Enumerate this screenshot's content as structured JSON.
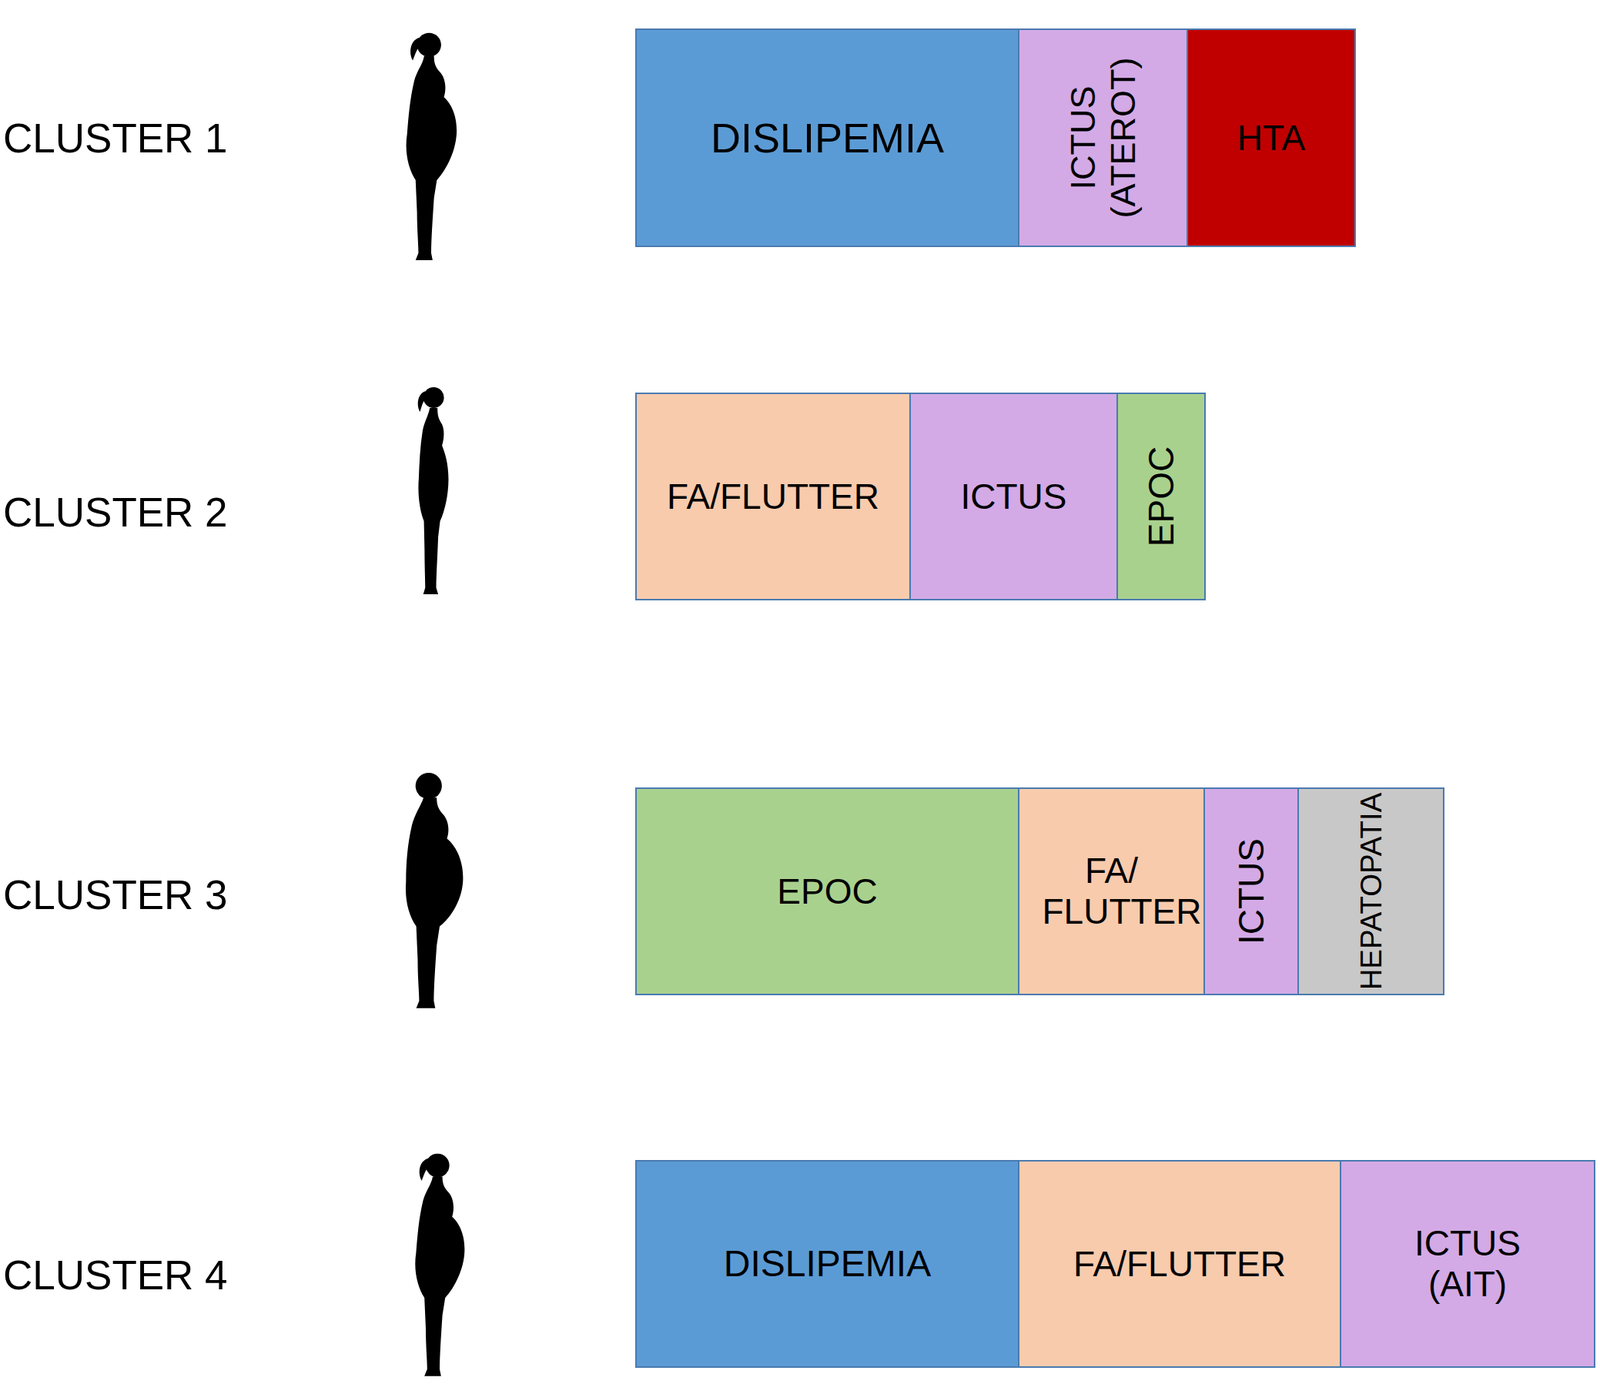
{
  "diagram": {
    "nodes": [
      {
        "text": [
          "DISLIPEMIA"
        ]
      },
      {
        "text": [
          "ICTUS (ATEROT)"
        ]
      },
      {
        "text": [
          "HTA"
        ]
      },
      {
        "text": [
          "FA/FLUTTER"
        ]
      },
      {
        "text": [
          "ICTUS"
        ]
      },
      {
        "text": [
          "EPOC"
        ]
      },
      {
        "text": [
          "EPOC"
        ]
      },
      {
        "text": [
          "FA/ FLUTTER"
        ]
      },
      {
        "text": [
          "ICTUS"
        ]
      },
      {
        "text": [
          "HEPATOPATIA"
        ]
      },
      {
        "text": [
          "DISLIPEMIA"
        ]
      },
      {
        "text": [
          "FA/FLUTTER"
        ]
      },
      {
        "text": [
          "ICTUS (AIT)"
        ]
      }
    ],
    "labels": [
      "CLUSTER 1",
      "CLUSTER 2",
      "CLUSTER 3",
      "CLUSTER 4"
    ]
  }
}
